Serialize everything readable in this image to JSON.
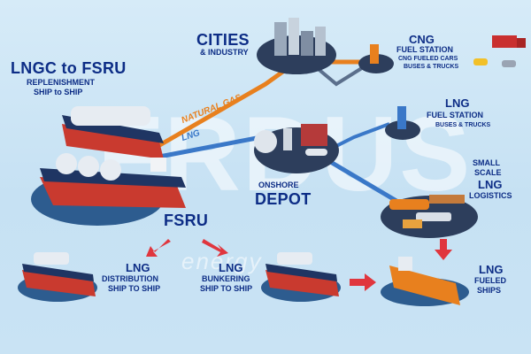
{
  "watermark": {
    "main": "FRDUS",
    "sub": "energy"
  },
  "labels": {
    "lngc_title": "LNGC to FSRU",
    "lngc_sub1": "REPLENISHMENT",
    "lngc_sub2": "SHIP to SHIP",
    "cities": "CITIES",
    "cities_sub": "& INDUSTRY",
    "cng_title": "CNG",
    "cng_sub": "FUEL STATION",
    "cng_small1": "CNG FUELED CARS",
    "cng_small2": "BUSES & TRUCKS",
    "lng_station_title": "LNG",
    "lng_station_sub": "FUEL STATION",
    "lng_station_small": "BUSES & TRUCKS",
    "small1": "SMALL",
    "small2": "SCALE",
    "small3": "LNG",
    "small4": "LOGISTICS",
    "depot1": "ONSHORE",
    "depot2": "DEPOT",
    "fsru": "FSRU",
    "dist1": "LNG",
    "dist2": "DISTRIBUTION",
    "dist3": "SHIP TO SHIP",
    "bunk1": "LNG",
    "bunk2": "BUNKERING",
    "bunk3": "SHIP TO SHIP",
    "fueled1": "LNG",
    "fueled2": "FUELED",
    "fueled3": "SHIPS"
  },
  "pipes": {
    "natural_gas": "NATURAL GAS",
    "lng": "LNG"
  },
  "colors": {
    "title": "#0d2d86",
    "gas_pipe": "#e8801e",
    "lng_pipe": "#3a78c8",
    "arrow": "#e0363e",
    "platform": "#2d3e5c"
  }
}
